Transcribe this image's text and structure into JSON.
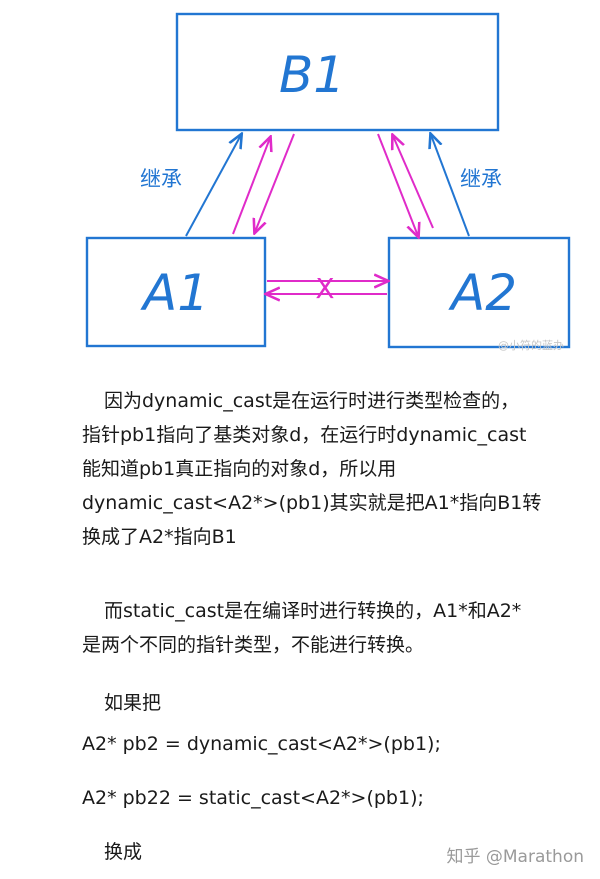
{
  "diagram": {
    "box_top_label": "B1",
    "box_left_label": "A1",
    "box_right_label": "A2",
    "inherit_left_label": "继承",
    "inherit_right_label": "继承",
    "cross_mark": "X",
    "faint_watermark": "@小符的蓝办",
    "colors": {
      "box": "#2276d2",
      "magenta": "#e02bc9",
      "text": "#1a1a1a"
    }
  },
  "paragraph1": {
    "lines": [
      "因为dynamic_cast是在运行时进行类型检查的，",
      "指针pb1指向了基类对象d，在运行时dynamic_cast",
      "能知道pb1真正指向的对象d，所以用",
      "dynamic_cast<A2*>(pb1)其实就是把A1*指向B1转",
      "换成了A2*指向B1"
    ]
  },
  "paragraph2": {
    "lines": [
      "而static_cast是在编译时进行转换的，A1*和A2*",
      "是两个不同的指针类型，不能进行转换。"
    ]
  },
  "paragraph3": {
    "text": "如果把"
  },
  "code1": "A2* pb2 = dynamic_cast<A2*>(pb1);",
  "code2": "A2* pb22 = static_cast<A2*>(pb1);",
  "paragraph4": {
    "text": "换成"
  },
  "watermark": "知乎 @Marathon"
}
